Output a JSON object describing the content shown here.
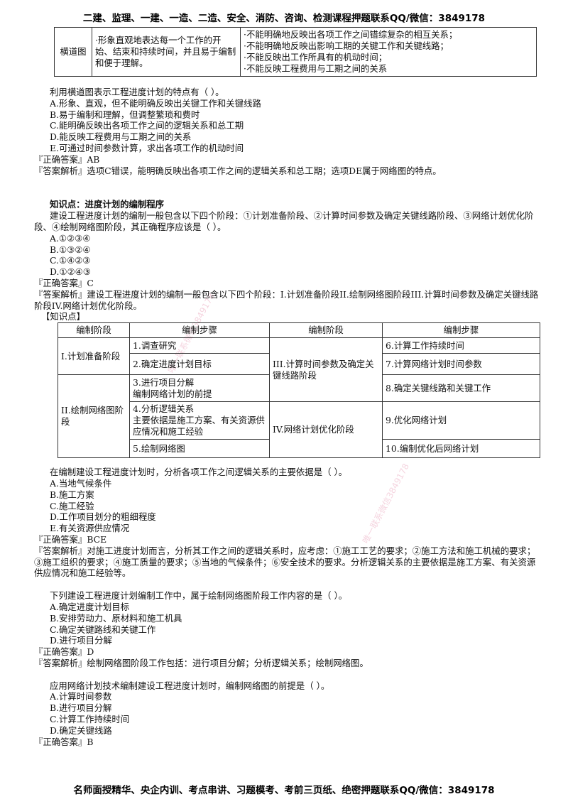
{
  "header": "二建、监理、一建、一造、二造、安全、消防、咨询、检测课程押题联系QQ/微信：3849178",
  "footer": "名师面授精华、央企内训、考点串讲、习题模考、考前三页纸、绝密押题联系QQ/微信：3849178",
  "watermark": "唯一联系微信3849178",
  "table1": {
    "label": "横道图",
    "advantage": "·形象直观地表达每一个工作的开始、结束和持续时间，并且易于编制和便于理解。",
    "disadvantages": [
      "·不能明确地反映出各项工作之间错综复杂的相互关系；",
      "·不能明确地反映出影响工期的关键工作和关键线路；",
      "·不能反映出工作所具有的机动时间；",
      "·不能反映工程费用与工期之间的关系"
    ]
  },
  "q1": {
    "stem": "利用横道图表示工程进度计划的特点有（    ）。",
    "options": [
      "A.形象、直观，但不能明确反映出关键工作和关键线路",
      "B.易于编制和理解，但调整繁琐和费时",
      "C.能明确反映出各项工作之间的逻辑关系和总工期",
      "D.能反映工程费用与工期之间的关系",
      "E.可通过时间参数计算，求出各项工作的机动时间"
    ],
    "answer": "『正确答案』AB",
    "analysis": "『答案解析』选项C错误，能明确反映出各项工作之间的逻辑关系和总工期；选项DE属于网络图的特点。"
  },
  "knowledge": {
    "title": "知识点：进度计划的编制程序",
    "stem": "建设工程进度计划的编制一般包含以下四个阶段：①计划准备阶段、②计算时间参数及确定关键线路阶段、③网络计划优化阶段、④绘制网络图阶段，其正确程序应该是（    ）。",
    "options": [
      "A.①②③④",
      "B.①③②④",
      "C.①④②③",
      "D.①②④③"
    ],
    "answer": "『正确答案』C",
    "analysis": "『答案解析』建设工程进度计划的编制一般包含以下四个阶段：I.计划准备阶段II.绘制网络图阶段III.计算时间参数及确定关键线路阶段IV.网络计划优化阶段。",
    "tag": "【知识点】"
  },
  "table2": {
    "headers": [
      "编制阶段",
      "编制步骤",
      "编制阶段",
      "编制步骤"
    ],
    "stage1": "I.计划准备阶段",
    "stage2": "II.绘制网络图阶段",
    "stage3": "III.计算时间参数及确定关键线路阶段",
    "stage4": "IV.网络计划优化阶段",
    "s1": "1.调查研究",
    "s2": "2.确定进度计划目标",
    "s3": "3.进行项目分解\n编制网络计划的前提",
    "s4": "4.分析逻辑关系\n主要依据是施工方案、有关资源供应情况和施工经验",
    "s5": "5.绘制网络图",
    "s6": "6.计算工作持续时间",
    "s7": "7.计算网络计划时间参数",
    "s8": "8.确定关键线路和关键工作",
    "s9": "9.优化网络计划",
    "s10": "10.编制优化后网络计划"
  },
  "q3": {
    "stem": "在编制建设工程进度计划时，分析各项工作之间逻辑关系的主要依据是（    ）。",
    "options": [
      "A.当地气候条件",
      "B.施工方案",
      "C.施工经验",
      "D.工作项目划分的粗细程度",
      "E.有关资源供应情况"
    ],
    "answer": "『正确答案』BCE",
    "analysis": "『答案解析』对施工进度计划而言，分析其工作之间的逻辑关系时，应考虑：①施工工艺的要求；②施工方法和施工机械的要求；③施工组织的要求；④施工质量的要求；⑤当地的气候条件；⑥安全技术的要求。分析逻辑关系的主要依据是施工方案、有关资源供应情况和施工经验等。"
  },
  "q4": {
    "stem": "下列建设工程进度计划编制工作中，属于绘制网络图阶段工作内容的是（    ）。",
    "options": [
      "A.确定进度计划目标",
      "B.安排劳动力、原材料和施工机具",
      "C.确定关键路线和关键工作",
      "D.进行项目分解"
    ],
    "answer": "『正确答案』D",
    "analysis": "『答案解析』绘制网络图阶段工作包括：进行项目分解；分析逻辑关系；绘制网络图。"
  },
  "q5": {
    "stem": "应用网络计划技术编制建设工程进度计划时，编制网络图的前提是（    ）。",
    "options": [
      "A.计算时间参数",
      "B.进行项目分解",
      "C.计算工作持续时间",
      "D.确定关键线路"
    ],
    "answer": "『正确答案』B"
  }
}
